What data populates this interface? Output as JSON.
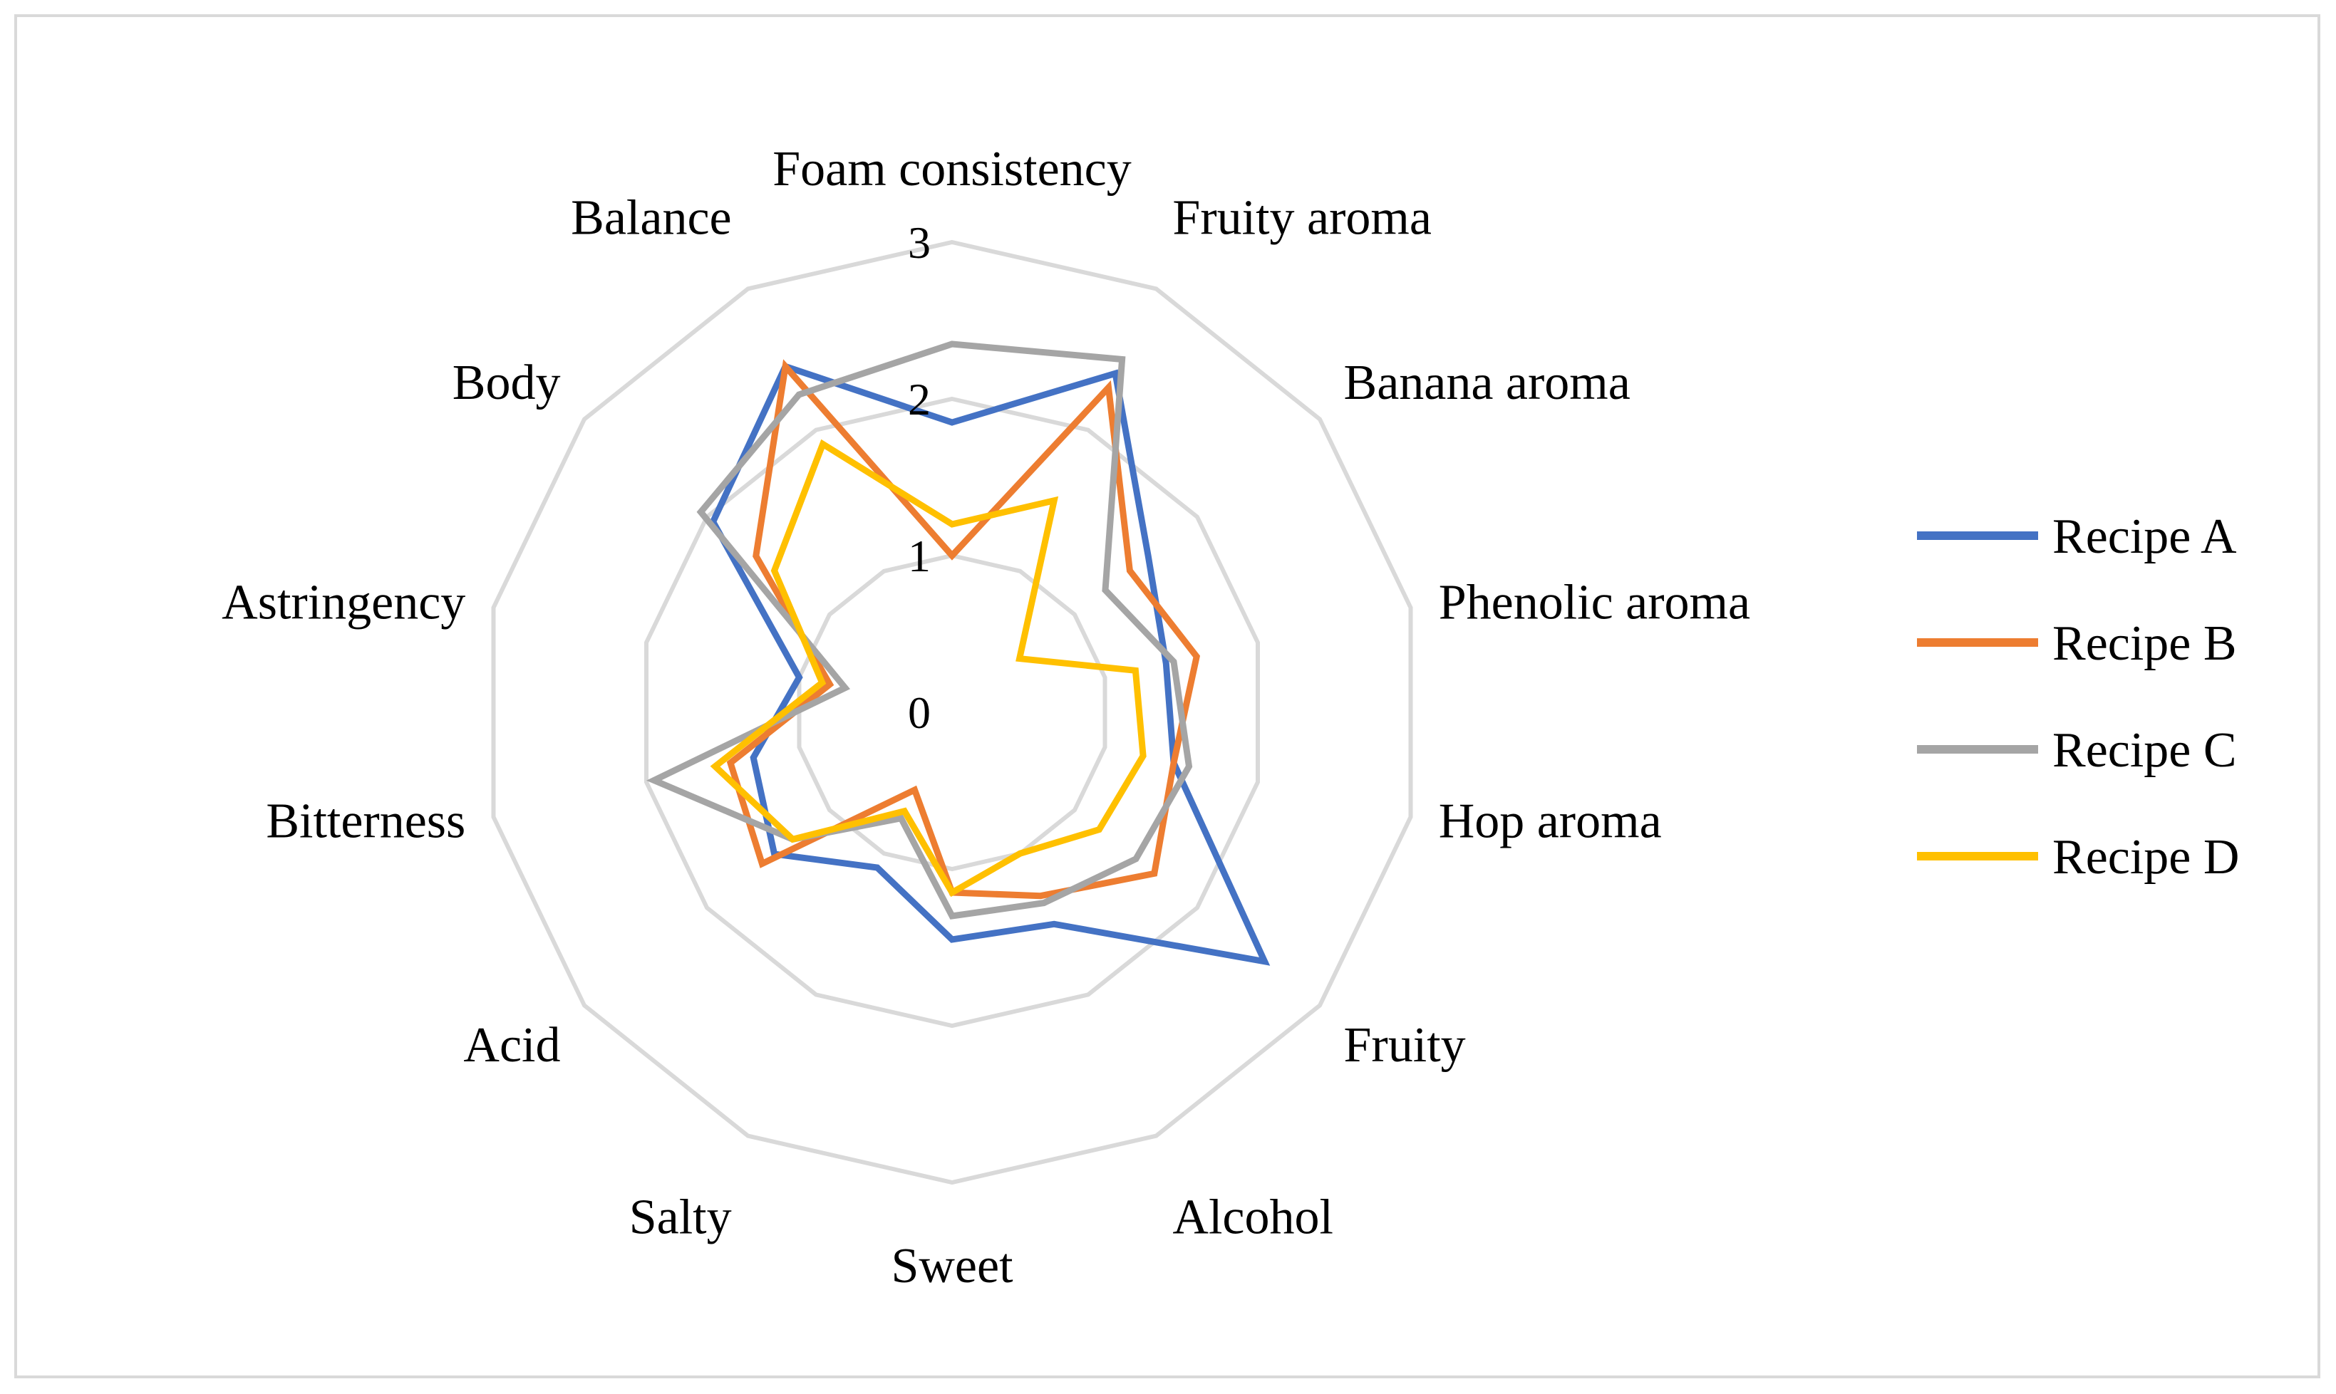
{
  "chart_data": {
    "type": "radar",
    "categories": [
      "Foam consistency",
      "Fruity aroma",
      "Banana aroma",
      "Phenolic aroma",
      "Hop aroma",
      "Fruity",
      "Alcohol",
      "Sweet",
      "Salty",
      "Acid",
      "Bitterness",
      "Astringency",
      "Body",
      "Balance"
    ],
    "rlim": [
      0,
      3
    ],
    "ticks": [
      "0",
      "1",
      "2",
      "3"
    ],
    "grid": true,
    "legend_position": "right",
    "series": [
      {
        "name": "Recipe A",
        "color": "#4472C4",
        "values": [
          1.85,
          2.4,
          1.6,
          1.4,
          1.45,
          2.55,
          1.5,
          1.45,
          1.1,
          1.45,
          1.3,
          1.0,
          1.95,
          2.45
        ]
      },
      {
        "name": "Recipe B",
        "color": "#ED7D31",
        "values": [
          1.0,
          2.3,
          1.45,
          1.6,
          1.45,
          1.65,
          1.3,
          1.15,
          0.55,
          1.55,
          1.45,
          0.8,
          1.6,
          2.45
        ]
      },
      {
        "name": "Recipe C",
        "color": "#A5A5A5",
        "values": [
          2.35,
          2.5,
          1.25,
          1.45,
          1.55,
          1.5,
          1.35,
          1.3,
          0.75,
          1.3,
          1.95,
          0.7,
          2.05,
          2.25
        ]
      },
      {
        "name": "Recipe D",
        "color": "#FFC000",
        "values": [
          1.2,
          1.5,
          0.55,
          1.2,
          1.25,
          1.2,
          1.0,
          1.15,
          0.7,
          1.3,
          1.55,
          0.85,
          1.45,
          1.9
        ]
      }
    ]
  }
}
